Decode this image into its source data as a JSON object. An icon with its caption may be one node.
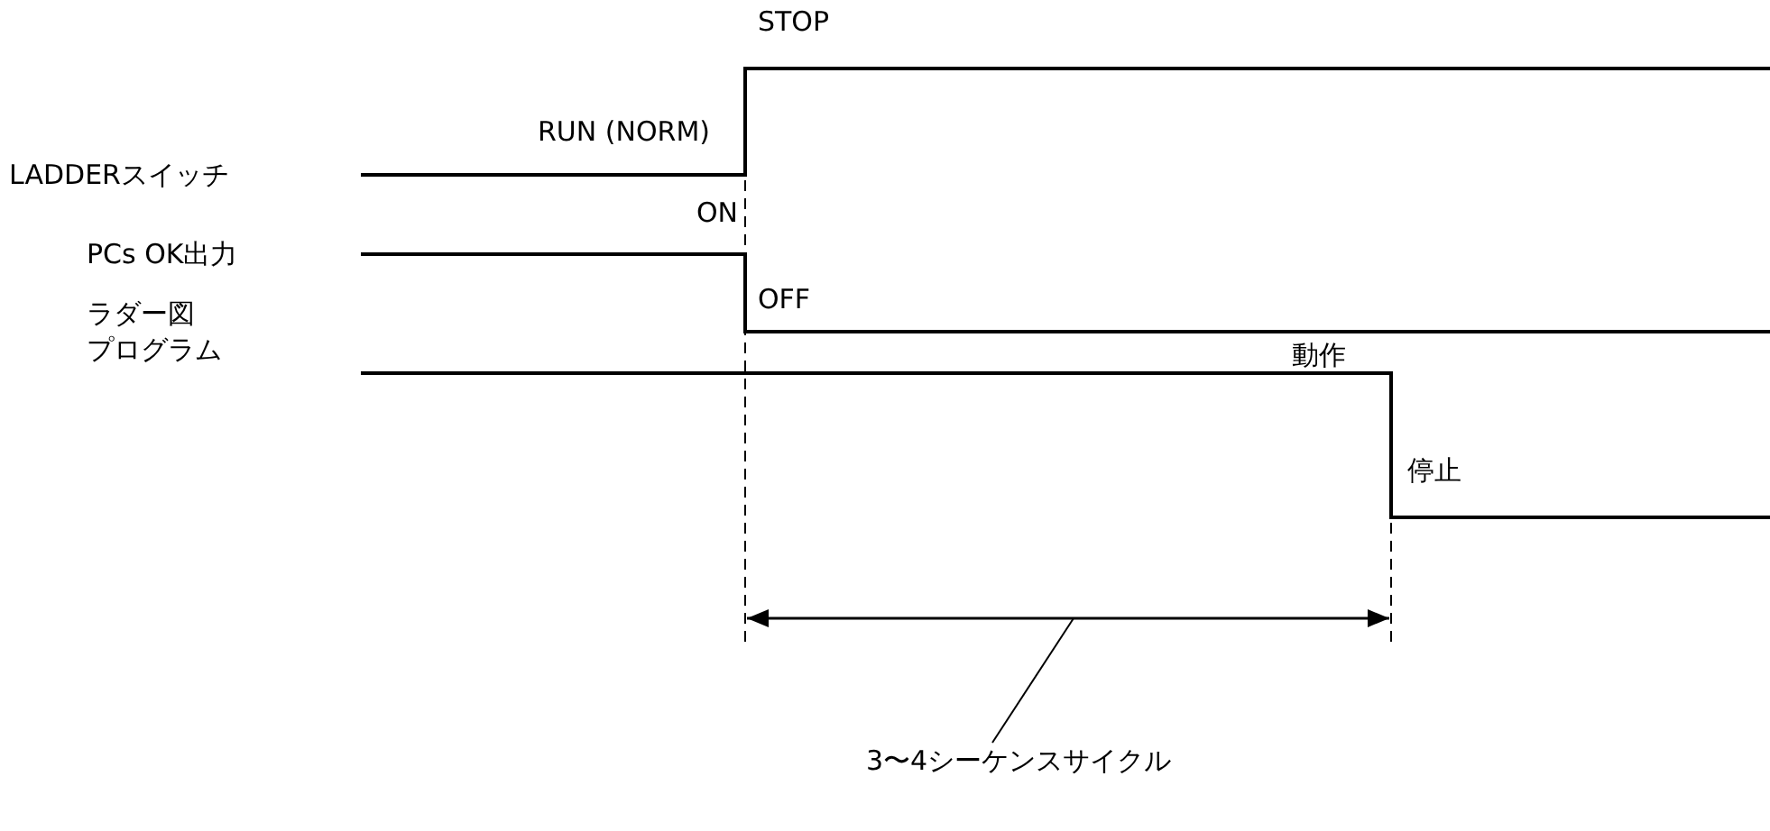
{
  "diagram": {
    "nodes": [
      {
        "text": [
          "3〜4シーケンスサイクル"
        ]
      },
      {
        "text": [],
        "shape": "arrow"
      }
    ],
    "edges": [
      {
        "from": 0,
        "to": 1,
        "arrow": "none"
      }
    ],
    "labels": [
      "STOP",
      "LADDERスイッチ",
      "RUN (NORM)",
      "ON",
      "PCs OK出力",
      "OFF",
      "ラダー図プログラム",
      "動作",
      "停止"
    ]
  }
}
